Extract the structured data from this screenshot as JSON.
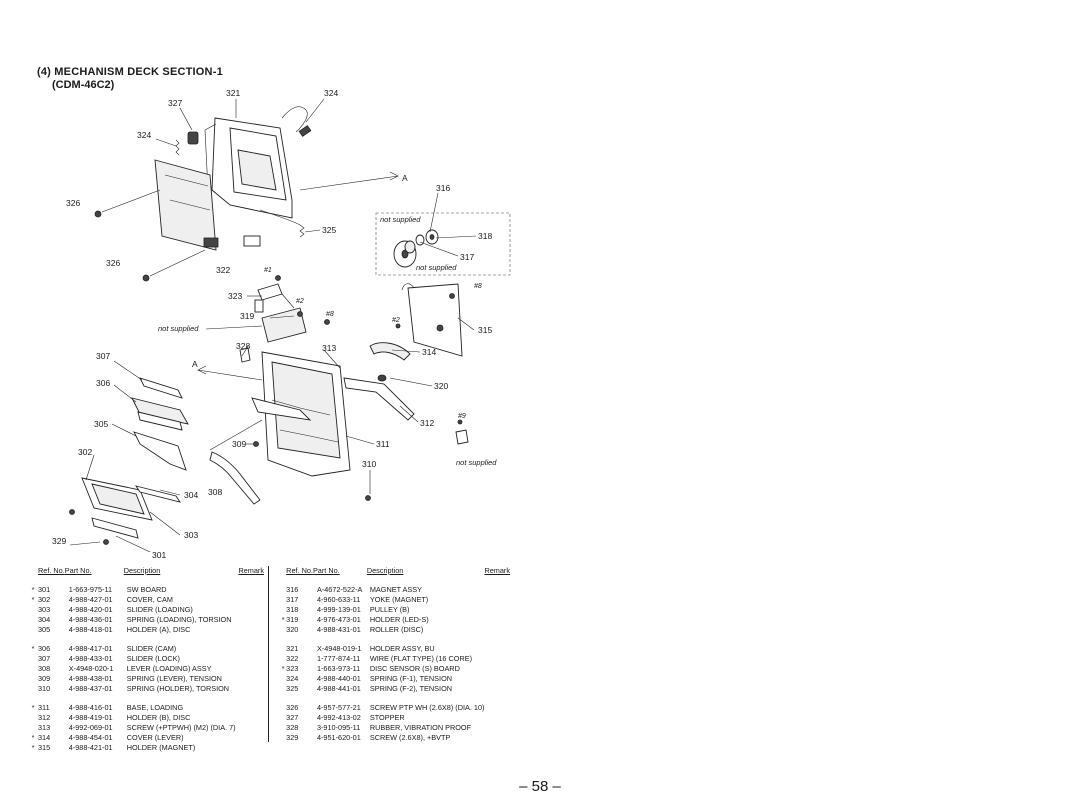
{
  "heading": {
    "title": "(4)  MECHANISM  DECK  SECTION-1",
    "subtitle": "(CDM-46C2)"
  },
  "diagram": {
    "callouts": [
      "321",
      "324",
      "327",
      "324",
      "316",
      "326",
      "325",
      "318",
      "317",
      "326",
      "322",
      "323",
      "319",
      "328",
      "307",
      "306",
      "305",
      "302",
      "304",
      "308",
      "303",
      "329",
      "301",
      "313",
      "314",
      "315",
      "320",
      "312",
      "311",
      "310",
      "309"
    ],
    "markers": {
      "a_top": "A",
      "a_mid": "A",
      "h1": "#1",
      "h2": "#2",
      "h8a": "#8",
      "h8b": "#8",
      "h2b": "#2",
      "h9": "#9"
    },
    "notes": {
      "ns1": "not supplied",
      "ns2": "not supplied",
      "ns3": "not supplied",
      "ns4": "not supplied"
    }
  },
  "table_headers": {
    "ref": "Ref. No.",
    "part": "Part No.",
    "desc": "Description",
    "remark": "Remark"
  },
  "parts_left": [
    {
      "star": "*",
      "ref": "301",
      "part": "1-663-975-11",
      "desc": "SW BOARD"
    },
    {
      "star": "*",
      "ref": "302",
      "part": "4-988-427-01",
      "desc": "COVER, CAM"
    },
    {
      "star": "",
      "ref": "303",
      "part": "4-988-420-01",
      "desc": "SLIDER (LOADING)"
    },
    {
      "star": "",
      "ref": "304",
      "part": "4-988-436-01",
      "desc": "SPRING (LOADING), TORSION"
    },
    {
      "star": "",
      "ref": "305",
      "part": "4-988-418-01",
      "desc": "HOLDER (A), DISC"
    },
    {
      "star": "*",
      "ref": "306",
      "part": "4-988-417-01",
      "desc": "SLIDER (CAM)"
    },
    {
      "star": "",
      "ref": "307",
      "part": "4-988-433-01",
      "desc": "SLIDER (LOCK)"
    },
    {
      "star": "",
      "ref": "308",
      "part": "X-4948-020-1",
      "desc": "LEVER (LOADING) ASSY"
    },
    {
      "star": "",
      "ref": "309",
      "part": "4-988-438-01",
      "desc": "SPRING (LEVER), TENSION"
    },
    {
      "star": "",
      "ref": "310",
      "part": "4-988-437-01",
      "desc": "SPRING (HOLDER), TORSION"
    },
    {
      "star": "*",
      "ref": "311",
      "part": "4-988-416-01",
      "desc": "BASE, LOADING"
    },
    {
      "star": "",
      "ref": "312",
      "part": "4-988-419-01",
      "desc": "HOLDER (B), DISC"
    },
    {
      "star": "",
      "ref": "313",
      "part": "4-992-069-01",
      "desc": "SCREW (+PTPWH) (M2) (DIA. 7)"
    },
    {
      "star": "*",
      "ref": "314",
      "part": "4-988-454-01",
      "desc": "COVER (LEVER)"
    },
    {
      "star": "*",
      "ref": "315",
      "part": "4-988-421-01",
      "desc": "HOLDER (MAGNET)"
    }
  ],
  "parts_right": [
    {
      "star": "",
      "ref": "316",
      "part": "A-4672-522-A",
      "desc": "MAGNET ASSY"
    },
    {
      "star": "",
      "ref": "317",
      "part": "4-960-633-11",
      "desc": "YOKE (MAGNET)"
    },
    {
      "star": "",
      "ref": "318",
      "part": "4-999-139-01",
      "desc": "PULLEY (B)"
    },
    {
      "star": "*",
      "ref": "319",
      "part": "4-976-473-01",
      "desc": "HOLDER (LED-S)"
    },
    {
      "star": "",
      "ref": "320",
      "part": "4-988-431-01",
      "desc": "ROLLER (DISC)"
    },
    {
      "star": "",
      "ref": "321",
      "part": "X-4948-019-1",
      "desc": "HOLDER ASSY, BU"
    },
    {
      "star": "",
      "ref": "322",
      "part": "1-777-874-11",
      "desc": "WIRE (FLAT TYPE) (16 CORE)"
    },
    {
      "star": "*",
      "ref": "323",
      "part": "1-663-973-11",
      "desc": "DISC SENSOR (S) BOARD"
    },
    {
      "star": "",
      "ref": "324",
      "part": "4-988-440-01",
      "desc": "SPRING (F-1), TENSION"
    },
    {
      "star": "",
      "ref": "325",
      "part": "4-988-441-01",
      "desc": "SPRING (F-2), TENSION"
    },
    {
      "star": "",
      "ref": "326",
      "part": "4-957-577-21",
      "desc": "SCREW PTP WH (2.6X8) (DIA. 10)"
    },
    {
      "star": "",
      "ref": "327",
      "part": "4-992-413-02",
      "desc": "STOPPER"
    },
    {
      "star": "",
      "ref": "328",
      "part": "3-910-095-11",
      "desc": "RUBBER, VIBRATION PROOF"
    },
    {
      "star": "",
      "ref": "329",
      "part": "4-951-620-01",
      "desc": "SCREW (2.6X8), +BVTP"
    }
  ],
  "page_number": "– 58 –"
}
